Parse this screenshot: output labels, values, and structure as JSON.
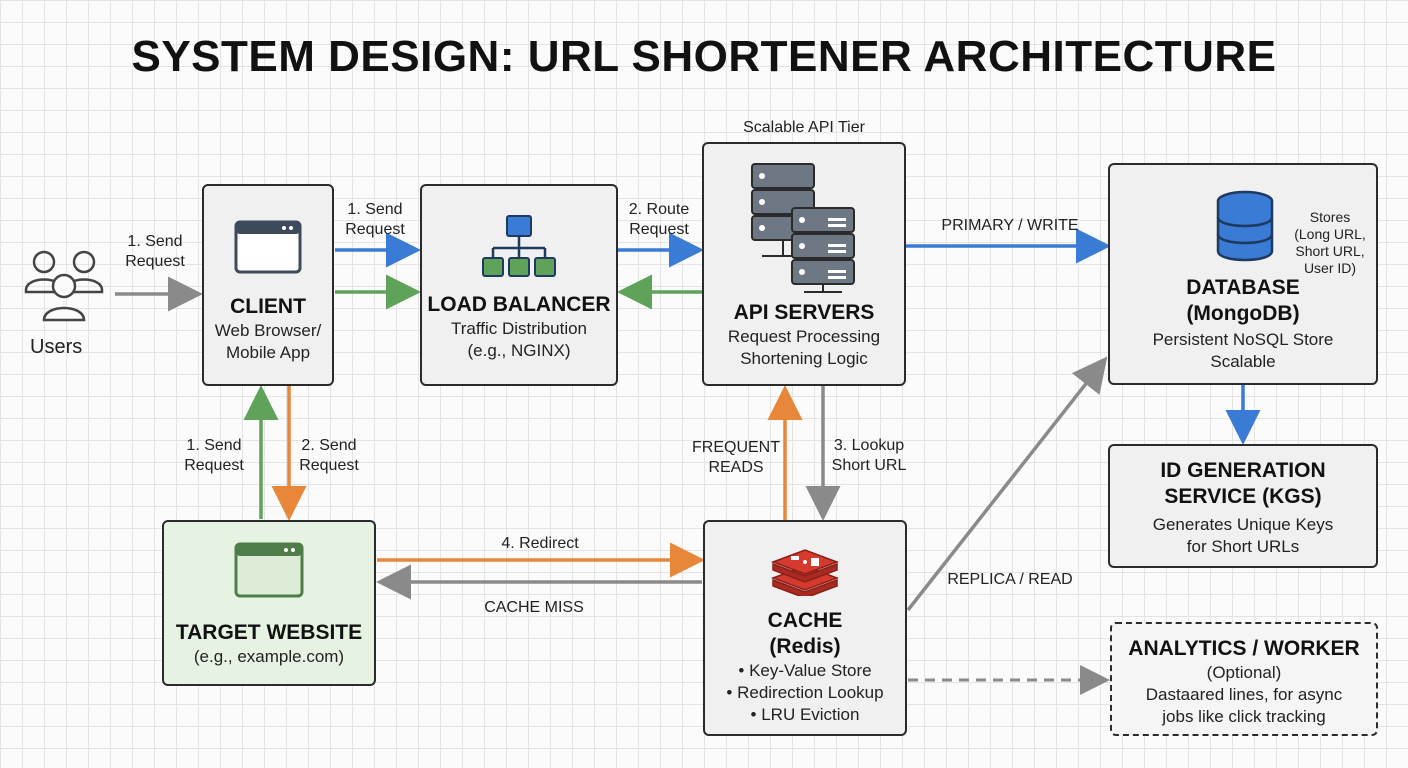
{
  "title": "SYSTEM DESIGN: URL SHORTENER ARCHITECTURE",
  "users": {
    "label": "Users"
  },
  "client": {
    "title": "CLIENT",
    "sub1": "Web Browser/",
    "sub2": "Mobile App"
  },
  "load_balancer": {
    "title": "LOAD BALANCER",
    "sub1": "Traffic Distribution",
    "sub2": "(e.g., NGINX)"
  },
  "api_servers": {
    "tier_label": "Scalable API Tier",
    "title": "API SERVERS",
    "sub1": "Request Processing",
    "sub2": "Shortening Logic"
  },
  "database": {
    "title1": "DATABASE",
    "title2": "(MongoDB)",
    "sub1": "Persistent NoSQL Store",
    "sub2": "Scalable",
    "stores": [
      "Stores",
      "(Long URL,",
      "Short URL,",
      "User ID)"
    ]
  },
  "kgs": {
    "title1": "ID GENERATION",
    "title2": "SERVICE (KGS)",
    "sub1": "Generates Unique Keys",
    "sub2": "for Short URLs"
  },
  "target": {
    "title": "TARGET WEBSITE",
    "sub": "(e.g., example.com)"
  },
  "cache": {
    "title1": "CACHE",
    "title2": "(Redis)",
    "bullets": [
      "• Key-Value Store",
      "• Redirection Lookup",
      "• LRU Eviction"
    ]
  },
  "analytics": {
    "title": "ANALYTICS / WORKER",
    "sub1": "(Optional)",
    "sub2": "Dastaared lines, for async",
    "sub3": "jobs like click tracking"
  },
  "labels": {
    "users_send": [
      "1. Send",
      "Request"
    ],
    "client_send": [
      "1. Send",
      "Request"
    ],
    "route": [
      "2. Route",
      "Request"
    ],
    "primary_write": "PRIMARY / WRITE",
    "target_send1": [
      "1. Send",
      "Request"
    ],
    "target_send2": [
      "2. Send",
      "Request"
    ],
    "frequent_reads": [
      "FREQUENT",
      "READS"
    ],
    "lookup": [
      "3. Lookup",
      "Short URL"
    ],
    "redirect": "4. Redirect",
    "cache_miss": "CACHE MISS",
    "replica_read": "REPLICA / READ"
  },
  "colors": {
    "blue": "#3a7bd5",
    "green": "#5fa35a",
    "orange": "#e8863a",
    "gray": "#8a8a8a",
    "redis": "#d63a2f"
  }
}
